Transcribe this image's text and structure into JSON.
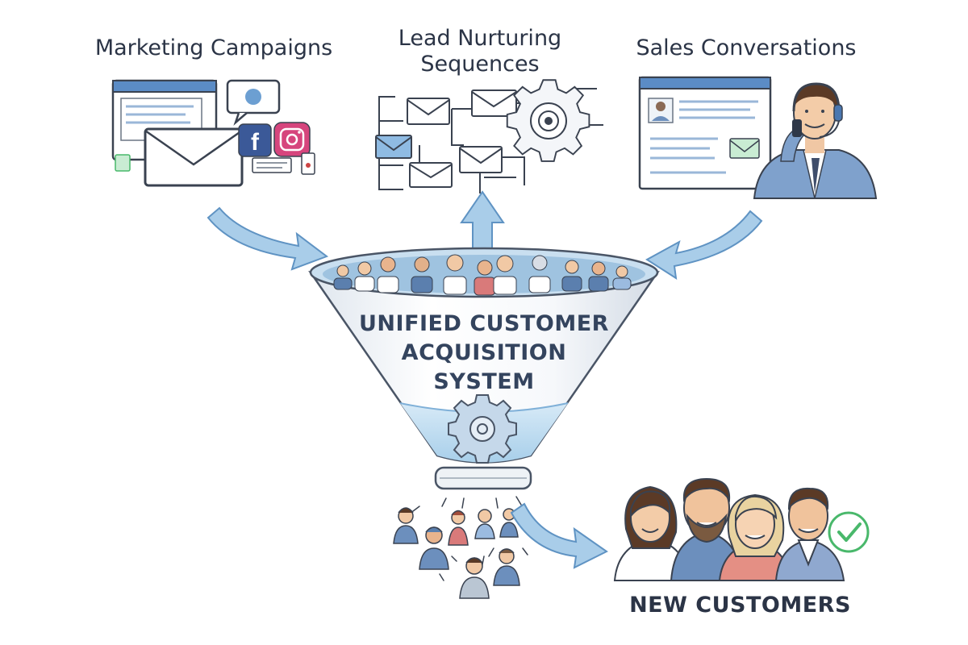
{
  "sources": {
    "marketing": {
      "label": "Marketing Campaigns"
    },
    "nurturing": {
      "label_line1": "Lead Nurturing",
      "label_line2": "Sequences"
    },
    "sales": {
      "label": "Sales Conversations"
    }
  },
  "funnel": {
    "title_line1": "UNIFIED CUSTOMER",
    "title_line2": "ACQUISITION",
    "title_line3": "SYSTEM"
  },
  "output": {
    "label": "NEW CUSTOMERS"
  },
  "colors": {
    "arrow": "#a9cde9",
    "arrow_stroke": "#5f93c3",
    "funnel_liquid": "#bcdcf1",
    "ink": "#2b3446",
    "accent_green": "#49b86b",
    "facebook": "#3b5998",
    "instagram": "#d6457d"
  },
  "icons": [
    "email-icon",
    "facebook-icon",
    "instagram-icon",
    "chat-bubble-icon",
    "gear-icon",
    "headset-icon",
    "check-icon"
  ]
}
